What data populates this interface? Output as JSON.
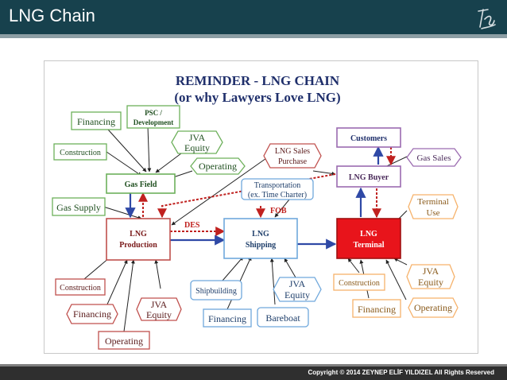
{
  "header": {
    "title": "LNG Chain"
  },
  "footer": {
    "copyright": "Copyright © 2014 ZEYNEP ELİF YILDIZEL All Rights Reserved"
  },
  "diagram": {
    "title_line1": "REMINDER - LNG CHAIN",
    "title_line2": "(or why Lawyers Love LNG)",
    "nodes": {
      "gas_field": "Gas Field",
      "lng_production_1": "LNG",
      "lng_production_2": "Production",
      "lng_shipping_1": "LNG",
      "lng_shipping_2": "Shipping",
      "lng_terminal_1": "LNG",
      "lng_terminal_2": "Terminal",
      "lng_buyer": "LNG Buyer",
      "customers": "Customers"
    },
    "labels": {
      "financing_top": "Financing",
      "psc_1": "PSC /",
      "psc_2": "Development",
      "jva_top_1": "JVA",
      "jva_top_2": "Equity",
      "construction_top": "Construction",
      "operating_top": "Operating",
      "gas_supply": "Gas Supply",
      "lng_sales_1": "LNG Sales",
      "lng_sales_2": "Purchase",
      "transport_1": "Transportation",
      "transport_2": "(ex. Time Charter)",
      "fob": "FOB",
      "des": "DES",
      "gas_sales": "Gas Sales",
      "terminal_use_1": "Terminal",
      "terminal_use_2": "Use",
      "construction_left": "Construction",
      "financing_left": "Financing",
      "jva_left_1": "JVA",
      "jva_left_2": "Equity",
      "operating_left": "Operating",
      "shipbuilding": "Shipbuilding",
      "jva_mid_1": "JVA",
      "jva_mid_2": "Equity",
      "financing_mid": "Financing",
      "bareboat": "Bareboat",
      "construction_right": "Construction",
      "jva_right_1": "JVA",
      "jva_right_2": "Equity",
      "financing_right": "Financing",
      "operating_right": "Operating"
    }
  },
  "colors": {
    "header": "#17414d",
    "green": "#6db05b",
    "red": "#c0504d",
    "blue": "#6fa8dc",
    "purple": "#9b6bb0",
    "orange": "#f6b26b",
    "terminal_fill": "#e8141b",
    "title_navy": "#1f2f6b",
    "arrow_blue": "#2f49a6",
    "arrow_red": "#c0211f"
  }
}
